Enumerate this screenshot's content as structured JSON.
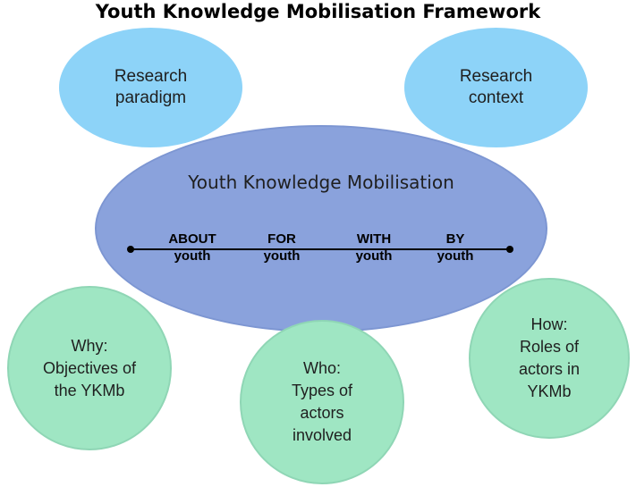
{
  "title": "Youth Knowledge Mobilisation Framework",
  "nodes": {
    "research_paradigm": [
      "Research",
      "paradigm"
    ],
    "research_context": [
      "Research",
      "context"
    ],
    "central": "Youth Knowledge Mobilisation",
    "why": [
      "Why:",
      "Objectives of",
      "the YKMb"
    ],
    "who": [
      "Who:",
      "Types of",
      "actors",
      "involved"
    ],
    "how": [
      "How:",
      "Roles of",
      "actors in",
      "YKMb"
    ]
  },
  "continuum": [
    {
      "top": "ABOUT",
      "bottom": "youth"
    },
    {
      "top": "FOR",
      "bottom": "youth"
    },
    {
      "top": "WITH",
      "bottom": "youth"
    },
    {
      "top": "BY",
      "bottom": "youth"
    }
  ],
  "colors": {
    "central": "#8aa2dc",
    "top_ellipses": "#8dd3f8",
    "bottom_circles": "#9fe6c3"
  }
}
